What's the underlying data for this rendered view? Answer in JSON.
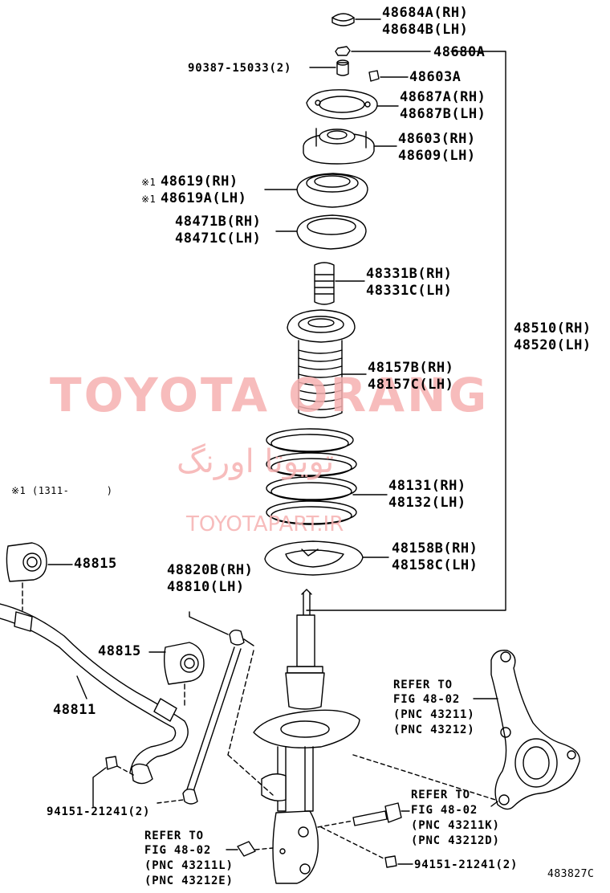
{
  "watermark": {
    "brand": "TOYOTA ORANG",
    "persian": "تویوتا اورنگ",
    "url": "TOYOTAPART.IR"
  },
  "footnote": "※1 (1311-      )",
  "diagram_code": "483827C",
  "labels": {
    "cap_rh": "48684A(RH)",
    "cap_lh": "48684B(LH)",
    "nut_top": "48680A",
    "nut_small": "90387-15033(2)",
    "washer_nut": "48603A",
    "plate_rh": "48687A(RH)",
    "plate_lh": "48687B(LH)",
    "support_rh": "48603(RH)",
    "support_lh": "48609(LH)",
    "bearing_rh": "48619(RH)",
    "bearing_lh": "48619A(LH)",
    "bearing_rh_mark": "※1",
    "bearing_lh_mark": "※1",
    "seat_rh": "48471B(RH)",
    "seat_lh": "48471C(LH)",
    "bumper_rh": "48331B(RH)",
    "bumper_lh": "48331C(LH)",
    "assy_rh": "48510(RH)",
    "assy_lh": "48520(LH)",
    "boot_rh": "48157B(RH)",
    "boot_lh": "48157C(LH)",
    "spring_rh": "48131(RH)",
    "spring_lh": "48132(LH)",
    "insulator_rh": "48158B(RH)",
    "insulator_lh": "48158C(LH)",
    "bush_upper": "48815",
    "bush_lower": "48815",
    "link_rh": "48820B(RH)",
    "link_lh": "48810(LH)",
    "stabilizer_bar": "48811",
    "nut_link": "94151-21241(2)",
    "nut_strut": "94151-21241(2)",
    "refer_knuckle": [
      "REFER TO",
      "FIG 48-02",
      "(PNC 43211)",
      "(PNC 43212)"
    ],
    "refer_bolt": [
      "REFER TO",
      "FIG 48-02",
      "(PNC 43211K)",
      "(PNC 43212D)"
    ],
    "refer_lower": [
      "REFER TO",
      "FIG 48-02",
      "(PNC 43211L)",
      "(PNC 43212E)"
    ]
  }
}
